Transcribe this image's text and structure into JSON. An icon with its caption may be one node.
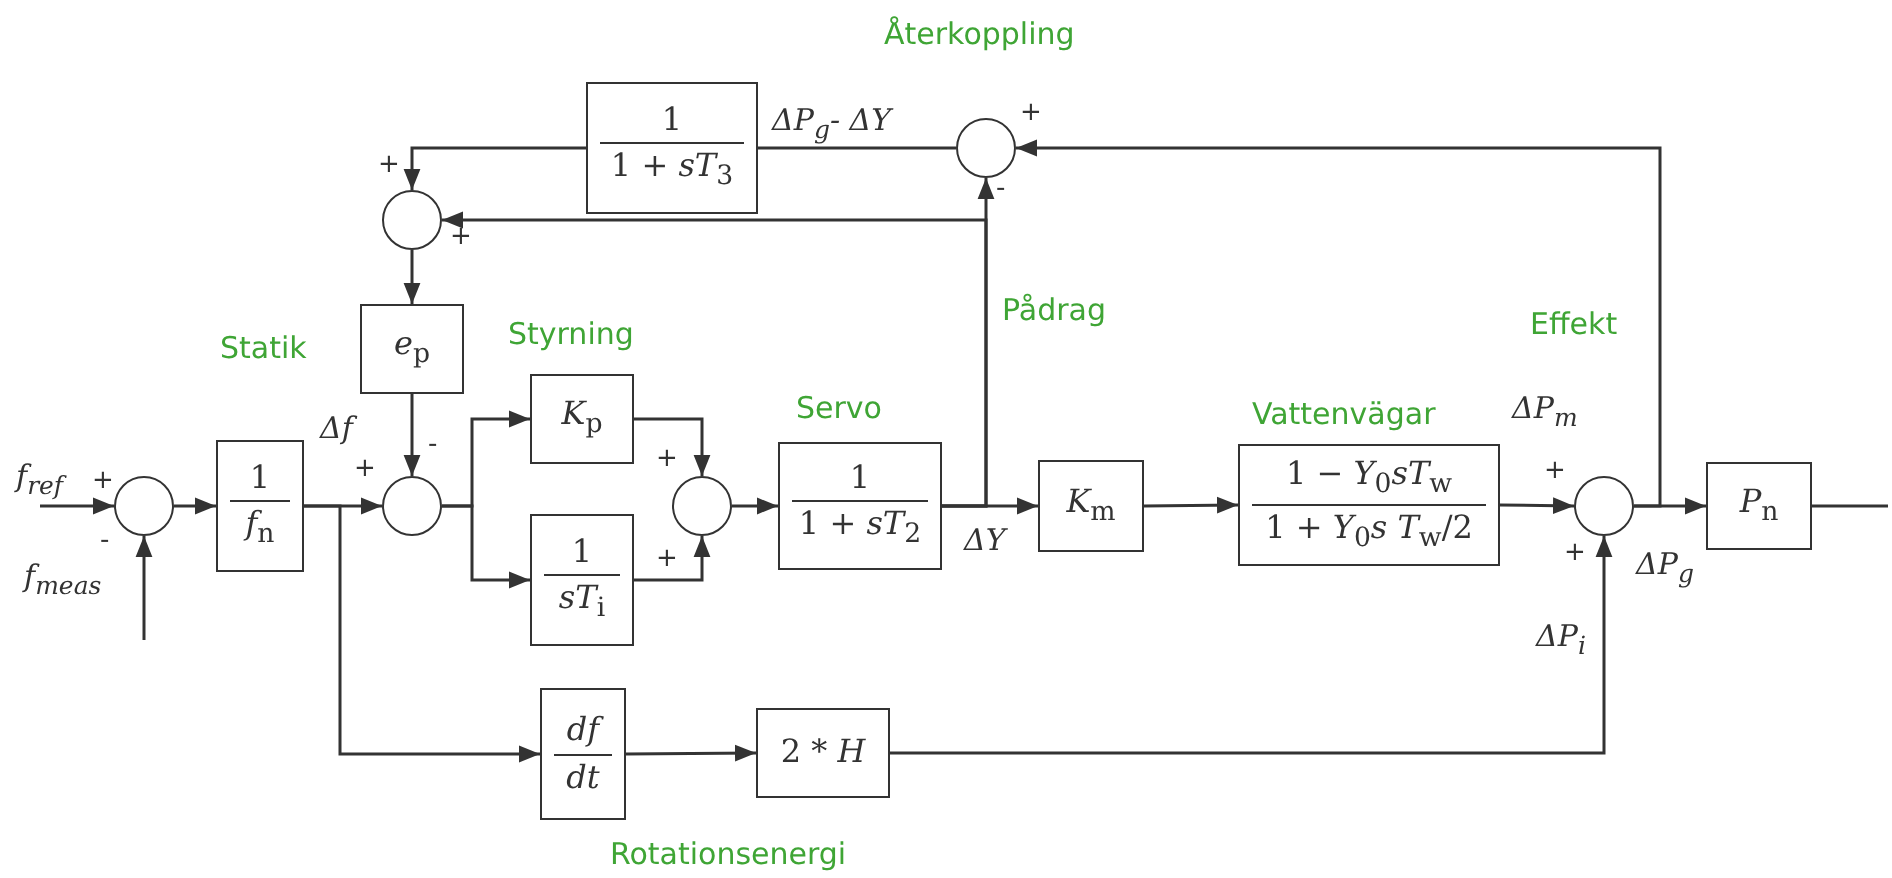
{
  "diagram": {
    "nodes": [
      {
        "text": [],
        "shape": "circle",
        "beside": [
          "+",
          "-"
        ]
      },
      {
        "text": [
          "1",
          "*f*$_{n}$"
        ]
      },
      {
        "text": [],
        "shape": "circle",
        "beside": [
          "+",
          "-"
        ]
      },
      {
        "text": [],
        "shape": "circle",
        "beside": [
          "+",
          "+"
        ]
      },
      {
        "text": [
          "*e*$_{p}$"
        ],
        "beside": [
          "Statik"
        ]
      },
      {
        "text": [
          "*K*$_{p}$"
        ],
        "beside": [
          "Styrning"
        ]
      },
      {
        "text": [
          "1",
          "*sT*$_{i}$"
        ]
      },
      {
        "text": [],
        "shape": "circle",
        "beside": [
          "+",
          "+"
        ]
      },
      {
        "text": [
          "1",
          "1 + *sT*$_{2}$"
        ],
        "beside": [
          "Servo"
        ]
      },
      {
        "text": [
          "*K*$_{m}$"
        ]
      },
      {
        "text": [
          "1 − *Y*$_{0}$*sT*$_{w}$",
          "1 + *Y*$_{0}$*s T*$_{w}$/2"
        ],
        "beside": [
          "Vattenvägar"
        ]
      },
      {
        "text": [],
        "shape": "circle",
        "beside": [
          "+",
          "+"
        ]
      },
      {
        "text": [
          "*P*$_{n}$"
        ]
      },
      {
        "text": [
          "*df*",
          "*dt*"
        ]
      },
      {
        "text": [
          "2 * *H*"
        ]
      },
      {
        "text": [
          "1",
          "1 + *sT*$_{3}$"
        ]
      },
      {
        "text": [],
        "shape": "circle",
        "beside": [
          "+",
          "-",
          "Återkoppling"
        ]
      }
    ],
    "edges": [
      {
        "from": null,
        "to": 0,
        "arrow": "to",
        "label": "f$_{ref}$"
      },
      {
        "from": null,
        "to": 0,
        "arrow": "to",
        "label": "f$_{meas}$"
      },
      {
        "from": 0,
        "to": 1,
        "arrow": "to"
      },
      {
        "from": 1,
        "to": 2,
        "arrow": "to",
        "label": "Δf"
      },
      {
        "from": 1,
        "to": 13,
        "arrow": "to"
      },
      {
        "from": 2,
        "to": 5,
        "arrow": "to"
      },
      {
        "from": 2,
        "to": 6,
        "arrow": "to"
      },
      {
        "from": 5,
        "to": 7,
        "arrow": "to"
      },
      {
        "from": 6,
        "to": 7,
        "arrow": "to"
      },
      {
        "from": 7,
        "to": 8,
        "arrow": "to"
      },
      {
        "from": 8,
        "to": 9,
        "arrow": "to",
        "label": "ΔY"
      },
      {
        "from": 8,
        "to": 16,
        "arrow": "to"
      },
      {
        "from": 8,
        "to": 3,
        "arrow": "to"
      },
      {
        "from": 16,
        "to": 15,
        "arrow": "none",
        "label": "ΔP$_{g}$- ΔY"
      },
      {
        "from": 15,
        "to": 3,
        "arrow": "to"
      },
      {
        "from": 3,
        "to": 4,
        "arrow": "to"
      },
      {
        "from": 4,
        "to": 2,
        "arrow": "to"
      },
      {
        "from": 9,
        "to": 10,
        "arrow": "to"
      },
      {
        "from": 10,
        "to": 11,
        "arrow": "to",
        "label": "ΔP$_{m}$"
      },
      {
        "from": 11,
        "to": 12,
        "arrow": "to",
        "label": "ΔP$_{g}$"
      },
      {
        "from": 11,
        "to": 16,
        "arrow": "to"
      },
      {
        "from": 13,
        "to": 14,
        "arrow": "to"
      },
      {
        "from": 14,
        "to": 11,
        "arrow": "to",
        "label": "ΔP$_{i}$"
      },
      {
        "from": 12,
        "to": null,
        "arrow": "none"
      }
    ],
    "labels": [
      "Pådrag",
      "Effekt",
      "Rotationsenergi"
    ]
  }
}
